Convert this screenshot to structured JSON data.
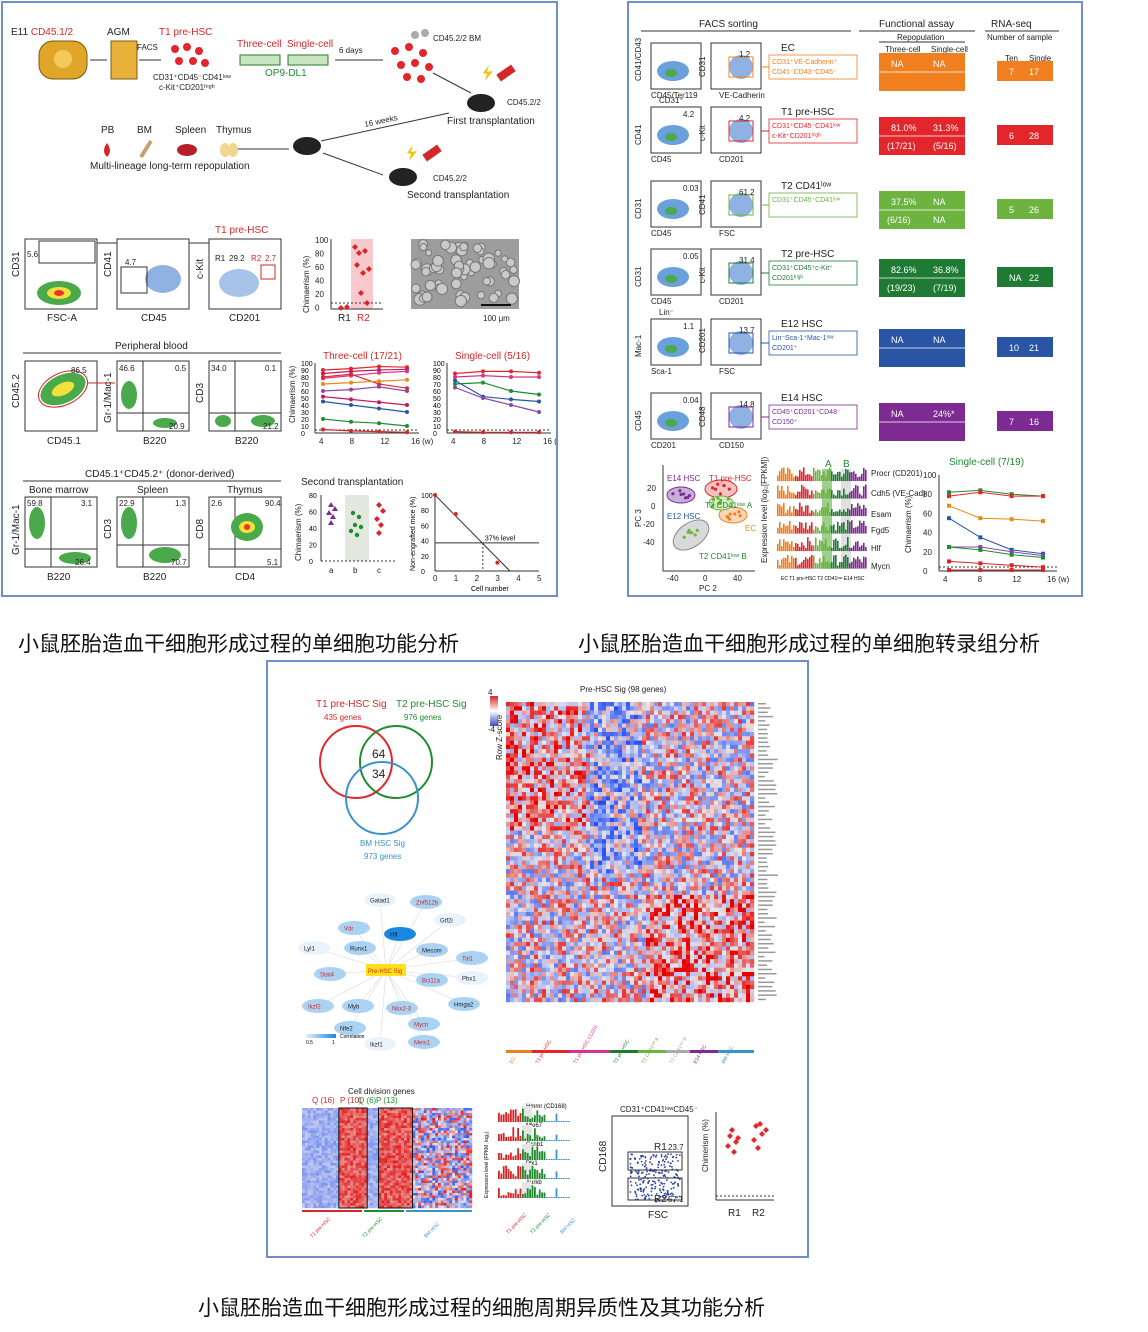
{
  "captions": {
    "left": "小鼠胚胎造血干细胞形成过程的单细胞功能分析",
    "right": "小鼠胚胎造血干细胞形成过程的单细胞转录组分析",
    "bottom": "小鼠胚胎造血干细胞形成过程的细胞周期异质性及其功能分析"
  },
  "panel_a": {
    "schema": {
      "e11": "E11",
      "cd": "CD45.1/2",
      "agm": "AGM",
      "facs": "FACS",
      "t1": "T1 pre-HSC",
      "three": "Three-cell",
      "single": "Single-cell",
      "markers1": "CD31⁺CD45⁻CD41ˡᵒʷ",
      "markers2": "c-Kit⁺CD201ʰⁱᵍʰ",
      "op9": "OP9-DL1",
      "days": "6 days",
      "bm": "CD45.2/2 BM",
      "recip1": "CD45.2/2",
      "first": "First transplantation",
      "weeks": "16 weeks",
      "recip2": "CD45.2/2",
      "second": "Second transplantation",
      "pb": "PB",
      "bmlab": "BM",
      "spleen": "Spleen",
      "thymus": "Thymus",
      "multi": "Multi-lineage long-term repopulation"
    },
    "row1": {
      "t1": "T1 pre-HSC",
      "f1": {
        "y": "CD31",
        "x": "FSC-A",
        "n": "5.6"
      },
      "f2": {
        "y": "CD41",
        "x": "CD45",
        "n": "4.7"
      },
      "f3": {
        "y": "c-Kit",
        "x": "CD201",
        "r1": "R1",
        "r1v": "29.2",
        "r2": "R2",
        "r2v": "2.7"
      },
      "chim": {
        "y": "Chimaerism (%)",
        "ticks": [
          "100",
          "80",
          "60",
          "40",
          "20",
          "0"
        ],
        "cats": [
          "R1",
          "R2"
        ]
      },
      "scale": "100 μm"
    },
    "row2": {
      "pb": "Peripheral blood",
      "f1": {
        "y": "CD45.2",
        "x": "CD45.1",
        "n": "86.5"
      },
      "f2": {
        "y": "Gr-1/Mac-1",
        "x": "B220",
        "a": "46.6",
        "b": "0.5",
        "c": "20.9"
      },
      "f3": {
        "y": "CD3",
        "x": "B220",
        "a": "34.0",
        "b": "0.1",
        "c": "21.2"
      },
      "three": "Three-cell (17/21)",
      "single": "Single-cell (5/16)",
      "yl": "Chimaerism (%)",
      "ticks": [
        "100",
        "90",
        "80",
        "70",
        "60",
        "50",
        "40",
        "30",
        "20",
        "10",
        "0"
      ],
      "xt": [
        "4",
        "8",
        "12",
        "16 (w)"
      ]
    },
    "row3": {
      "title": "CD45.1⁺CD45.2⁺ (donor-derived)",
      "bm": "Bone marrow",
      "spleen": "Spleen",
      "thymus": "Thymus",
      "f1": {
        "y": "Gr-1/Mac-1",
        "x": "B220",
        "a": "59.8",
        "b": "3.1",
        "c": "26.4"
      },
      "f2": {
        "y": "CD3",
        "x": "B220",
        "a": "22.9",
        "b": "1.3",
        "c": "70.7"
      },
      "f3": {
        "y": "CD8",
        "x": "CD4",
        "a": "2.6",
        "b": "90.4",
        "c": "5.1"
      },
      "second": "Second transplantation",
      "yl": "Chimaerism (%)",
      "ticks": [
        "80",
        "60",
        "40",
        "20",
        "0"
      ],
      "cats": [
        "a",
        "b",
        "c"
      ],
      "lda": {
        "y": "Non-engrafted mice (%)",
        "x": "Cell number",
        "level": "37% level",
        "yt": [
          "100",
          "80",
          "60",
          "40",
          "20",
          "0"
        ],
        "xt": [
          "0",
          "1",
          "2",
          "3",
          "4",
          "5"
        ]
      }
    }
  },
  "panel_b": {
    "facs": "FACS sorting",
    "func": "Functional assay",
    "repop": "Repopulation",
    "three": "Three-cell",
    "single": "Single-cell",
    "rna": "RNA-seq",
    "nsample": "Number of sample",
    "ten": "Ten",
    "singlec": "Single",
    "rows": [
      {
        "name": "EC",
        "m1": "CD31⁺VE-Cadherin⁺",
        "m2": "CD41⁻CD43⁻CD45⁻",
        "a1": "CD41/CD43",
        "a1x": "CD45/Ter119",
        "a2": "CD31",
        "a2x": "VE-Cadherin",
        "g": "1.2",
        "v1": "NA",
        "v2": "NA",
        "s1": "",
        "s2": "",
        "n1": "7",
        "n2": "17",
        "color": "#f07f1f"
      },
      {
        "name": "T1 pre-HSC",
        "m1": "CD31⁺CD45⁻CD41ˡᵒʷ",
        "m2": "c-Kit⁺CD201ʰⁱᵍʰ",
        "pre": "CD31⁺",
        "a1": "CD41",
        "a1x": "CD45",
        "a2": "c-Kit",
        "a2x": "CD201",
        "g": "4.2",
        "g0": "4.2",
        "v1": "81.0%",
        "v2": "31.3%",
        "s1": "(17/21)",
        "s2": "(5/16)",
        "n1": "6",
        "n2": "28",
        "color": "#e3262b"
      },
      {
        "name": "T2 CD41ˡᵒʷ",
        "m1": "CD31⁺CD45⁺CD41ˡᵒʷ",
        "m2": "",
        "a1": "CD31",
        "a1x": "CD45",
        "a2": "CD41",
        "a2x": "FSC",
        "g": "61.2",
        "g0": "0.03",
        "v1": "37.5%",
        "v2": "NA",
        "s1": "(6/16)",
        "s2": "NA",
        "n1": "5",
        "n2": "26",
        "color": "#6cb33f"
      },
      {
        "name": "T2 pre-HSC",
        "m1": "CD31⁺CD45⁺c-Kit⁺",
        "m2": "CD201ʰⁱᵍʰ",
        "a1": "CD31",
        "a1x": "CD45",
        "a2": "c-Kit",
        "a2x": "CD201",
        "g": "31.4",
        "g0": "0.05",
        "v1": "82.6%",
        "v2": "36.8%",
        "s1": "(19/23)",
        "s2": "(7/19)",
        "n1": "NA",
        "n2": "22",
        "color": "#1f7a34"
      },
      {
        "name": "E12 HSC",
        "m1": "Lin⁻Sca-1⁺Mac-1ˡᵒʷ",
        "m2": "CD201⁺",
        "pre": "Lin⁻",
        "a1": "Mac-1",
        "a1x": "Sca-1",
        "a2": "CD201",
        "a2x": "FSC",
        "g": "13.7",
        "g0": "1.1",
        "v1": "NA",
        "v2": "NA",
        "s1": "",
        "s2": "",
        "n1": "10",
        "n2": "21",
        "color": "#2a55a4"
      },
      {
        "name": "E14 HSC",
        "m1": "CD45⁺CD201⁺CD48⁻",
        "m2": "CD150⁺",
        "a1": "CD45",
        "a1x": "CD201",
        "a2": "CD48",
        "a2x": "CD150",
        "g": "14.8",
        "g0": "0.04",
        "v1": "NA",
        "v2": "24%*",
        "s1": "",
        "s2": "",
        "n1": "7",
        "n2": "16",
        "color": "#7d2a92"
      }
    ],
    "pca": {
      "x": "PC 2",
      "y": "PC 3",
      "e14": "E14 HSC",
      "t1": "T1 pre-HSC",
      "e12": "E12 HSC",
      "t2a": "T2 CD41ˡᵒʷ A",
      "ec": "EC",
      "t2b": "T2 CD41ˡᵒʷ B",
      "yt": [
        "20",
        "0",
        "-20",
        "-40"
      ],
      "xt": [
        "-40",
        "0",
        "40"
      ]
    },
    "expr": {
      "y": "Expression level (log₂[FPKM])",
      "a": "A",
      "b": "B",
      "genes": [
        "Procr (CD201)",
        "Cdh5 (VE-Cad)",
        "Esam",
        "Fgd5",
        "Hlf",
        "Mycn"
      ],
      "x": "EC  T1 pre-HSC  T2 CD41ˡᵒʷ  E14 HSC"
    },
    "sc": {
      "title": "Single-cell (7/19)",
      "y": "Chimaerism (%)",
      "yt": [
        "100",
        "80",
        "60",
        "40",
        "20",
        "0"
      ],
      "xt": [
        "4",
        "8",
        "12",
        "16 (w)"
      ]
    }
  },
  "panel_c": {
    "venn": {
      "t1": "T1 pre-HSC Sig",
      "t1n": "435 genes",
      "t2": "T2 pre-HSC Sig",
      "t2n": "976 genes",
      "bm": "BM HSC Sig",
      "bmn": "973 genes",
      "n64": "64",
      "n34": "34"
    },
    "heat": {
      "title": "Pre-HSC Sig (98 genes)",
      "z": "Row Z-score",
      "zmax": "4",
      "zmin": "-4",
      "groups": [
        "EC",
        "T1 pre-HSC",
        "T1 pre-HSC CD201",
        "T2 pre-HSC",
        "T2 CD41ˡᵒʷ A",
        "T2 CD41ˡᵒʷ B",
        "E14 HSC",
        "BM HSC"
      ]
    },
    "network": {
      "nodes": [
        "Gatad1",
        "Znf512b",
        "Vdr",
        "Hlf",
        "Gtf2i",
        "Lyl1",
        "Runx1",
        "Mecom",
        "Tal1",
        "Stat4",
        "Pre-HSC Sig",
        "Bcl11a",
        "Pbx1",
        "Ikzf2",
        "Myb",
        "Nkx2-3",
        "Hmga2",
        "Nfe2",
        "Mycn",
        "Meis1",
        "Ikzf1"
      ],
      "corr": "Correlation",
      "c0": "0.5",
      "c1": "1"
    },
    "cdg": {
      "title": "Cell division genes",
      "q16": "Q (16)",
      "p10": "P (10)",
      "q6": "Q (6)",
      "p13": "P (13)",
      "groups": [
        "T1 pre-HSC",
        "T2 pre-HSC",
        "BM HSC"
      ]
    },
    "bars": {
      "genes": [
        "Hmmr (CD168)",
        "Mki67",
        "Ccnb1",
        "Plk1",
        "Aurkb"
      ],
      "y": "Expression level (FPKM, log₂)",
      "x": [
        "T1 pre-HSC",
        "T2 pre-HSC",
        "BM HSC"
      ]
    },
    "fc": {
      "title": "CD31⁺CD41ˡᵒʷCD45⁻",
      "y": "CD168",
      "x": "FSC",
      "r1": "R1",
      "r1v": "23.7",
      "r2": "R2",
      "r2v": "57.1"
    },
    "chim": {
      "y": "Chimerism (%)",
      "cats": [
        "R1",
        "R2"
      ]
    }
  }
}
